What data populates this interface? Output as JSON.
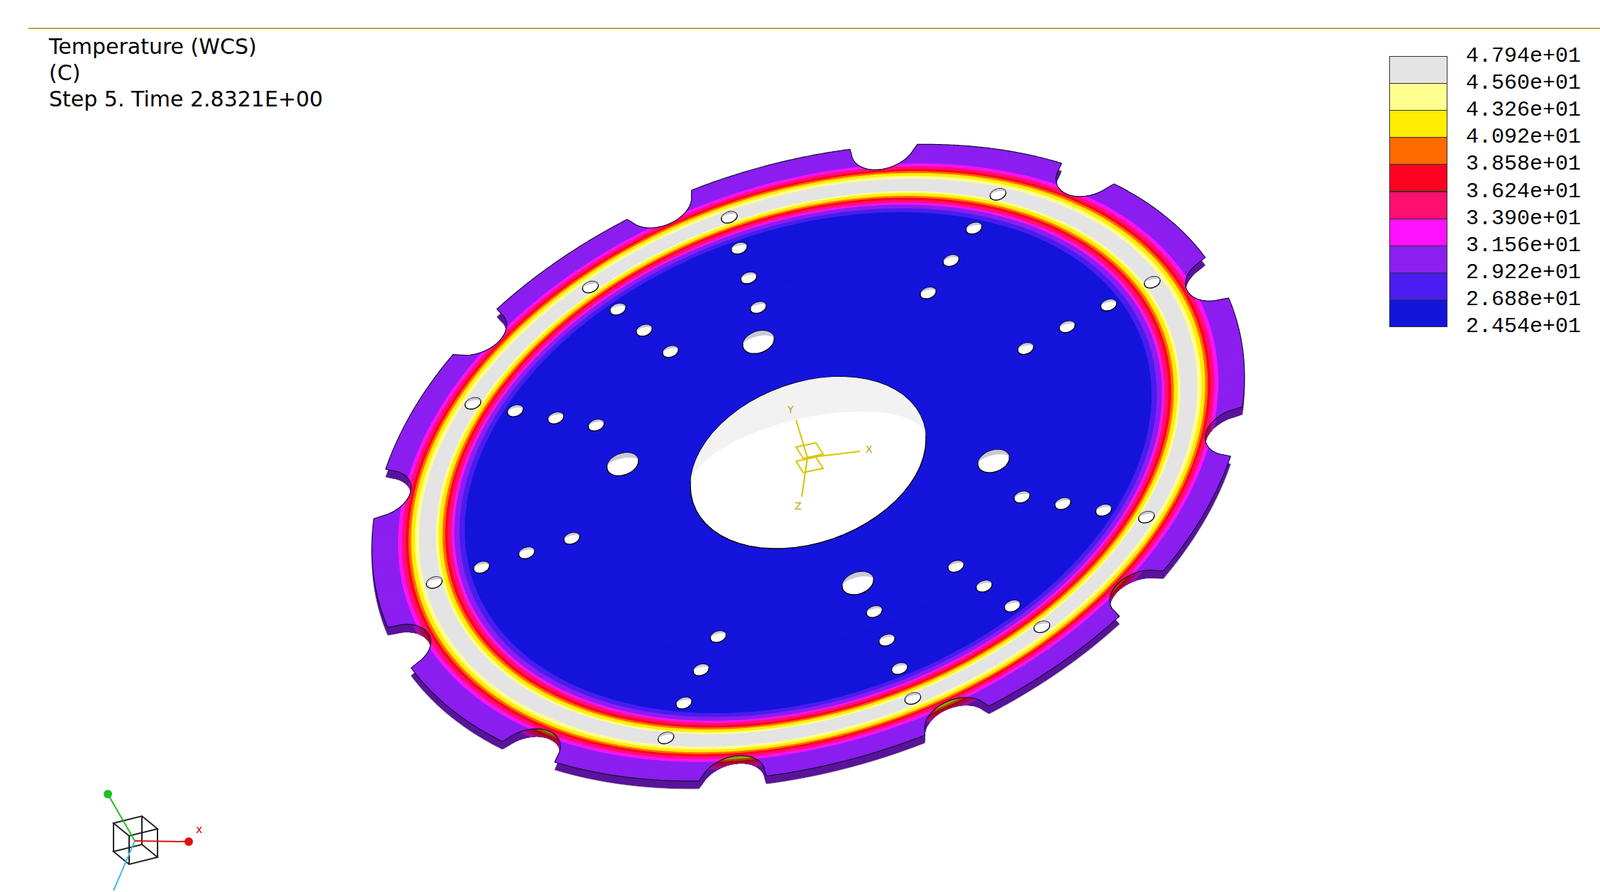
{
  "diagram": {
    "title": "Temperature (WCS)",
    "labels": [
      "(C)",
      "Step 5. Time 2.8321E+00",
      "x",
      "Y",
      "X",
      "Z"
    ],
    "legend": [
      {
        "text": "4.794e+01",
        "color": "#e4e4e4"
      },
      {
        "text": "4.560e+01",
        "color": "#ffff90"
      },
      {
        "text": "4.326e+01",
        "color": "#ffee00"
      },
      {
        "text": "4.092e+01",
        "color": "#ff6a00"
      },
      {
        "text": "3.858e+01",
        "color": "#ff0020"
      },
      {
        "text": "3.624e+01",
        "color": "#ff1070"
      },
      {
        "text": "3.390e+01",
        "color": "#ff10ff"
      },
      {
        "text": "3.156e+01",
        "color": "#8c1ef0"
      },
      {
        "text": "2.922e+01",
        "color": "#4a1cf0"
      },
      {
        "text": "2.688e+01",
        "color": "#1414dc"
      },
      {
        "text": "2.454e+01"
      }
    ]
  }
}
